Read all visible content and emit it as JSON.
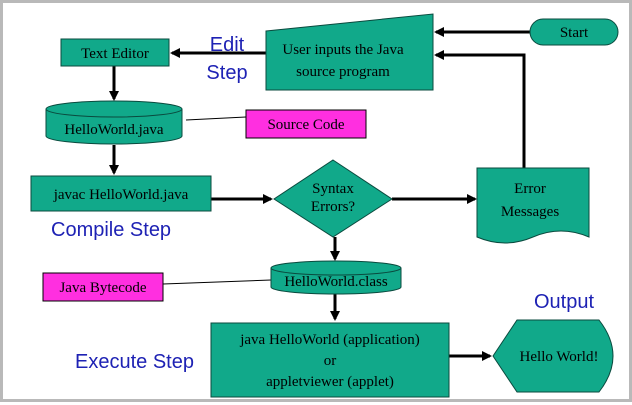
{
  "colors": {
    "node_fill": "#11a98a",
    "node_stroke": "#0a4a3e",
    "label_fill": "#ff2fe0",
    "arrow": "#000000",
    "step_text": "#1e22b4"
  },
  "nodes": {
    "start": "Start",
    "user_input": {
      "line1": "User inputs the Java",
      "line2": "source program"
    },
    "text_editor": "Text Editor",
    "source_file": "HelloWorld.java",
    "compiler": "javac HelloWorld.java",
    "syntax_check": {
      "line1": "Syntax",
      "line2": "Errors?"
    },
    "error_messages": {
      "line1": "Error",
      "line2": "Messages"
    },
    "class_file": "HelloWorld.class",
    "run": {
      "line1": "java HelloWorld (application)",
      "line2": "or",
      "line3": "appletviewer (applet)"
    },
    "output_display": "Hello World!"
  },
  "labels": {
    "source_code": "Source Code",
    "java_bytecode": "Java Bytecode"
  },
  "steps": {
    "edit_line1": "Edit",
    "edit_line2": "Step",
    "compile": "Compile Step",
    "execute": "Execute Step",
    "output": "Output"
  }
}
